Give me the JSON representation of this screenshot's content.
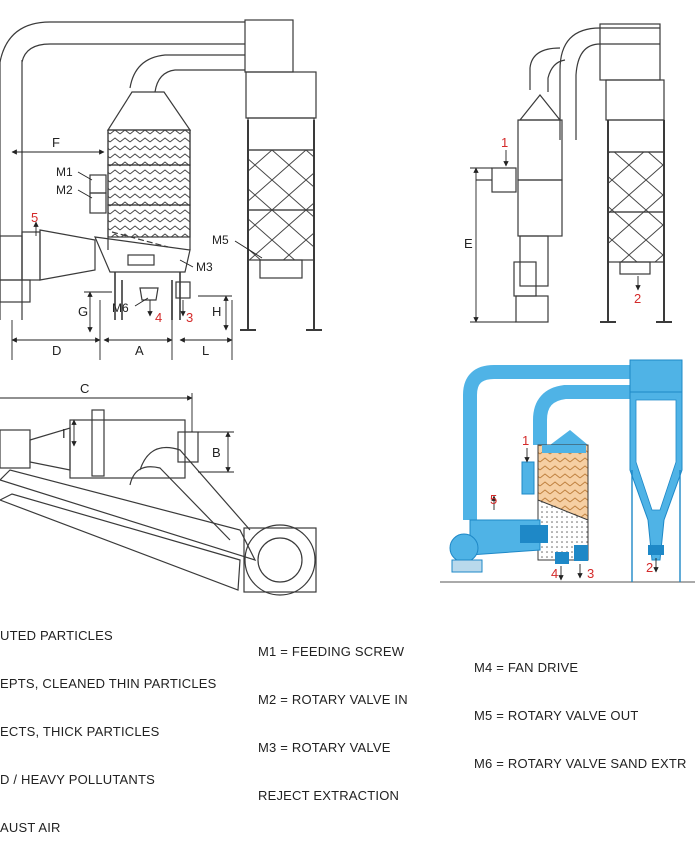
{
  "dimensions": {
    "F": "F",
    "E": "E",
    "D": "D",
    "A": "A",
    "L": "L",
    "G": "G",
    "H": "H",
    "C": "C",
    "B": "B",
    "I": "I"
  },
  "motor_tags": {
    "m1": "M1",
    "m2": "M2",
    "m3": "M3",
    "m5": "M5",
    "m6": "M6"
  },
  "callouts": {
    "n1": "1",
    "n2": "2",
    "n3": "3",
    "n4": "4",
    "n5": "5"
  },
  "legend_left": [
    "UTED PARTICLES",
    "EPTS, CLEANED THIN PARTICLES",
    "ECTS, THICK PARTICLES",
    "D / HEAVY POLLUTANTS",
    "AUST AIR"
  ],
  "legend_mid": [
    "M1 = FEEDING SCREW",
    "M2 = ROTARY VALVE IN",
    "M3 = ROTARY VALVE",
    "REJECT EXTRACTION"
  ],
  "legend_right": [
    "M4 = FAN DRIVE",
    "M5 = ROTARY VALVE OUT",
    "M6 = ROTARY VALVE SAND EXTR"
  ],
  "colors": {
    "line": "#3a3a3a",
    "steel": "#4fb3e6",
    "steel_dark": "#1e88c7",
    "red": "#d42a2a"
  }
}
